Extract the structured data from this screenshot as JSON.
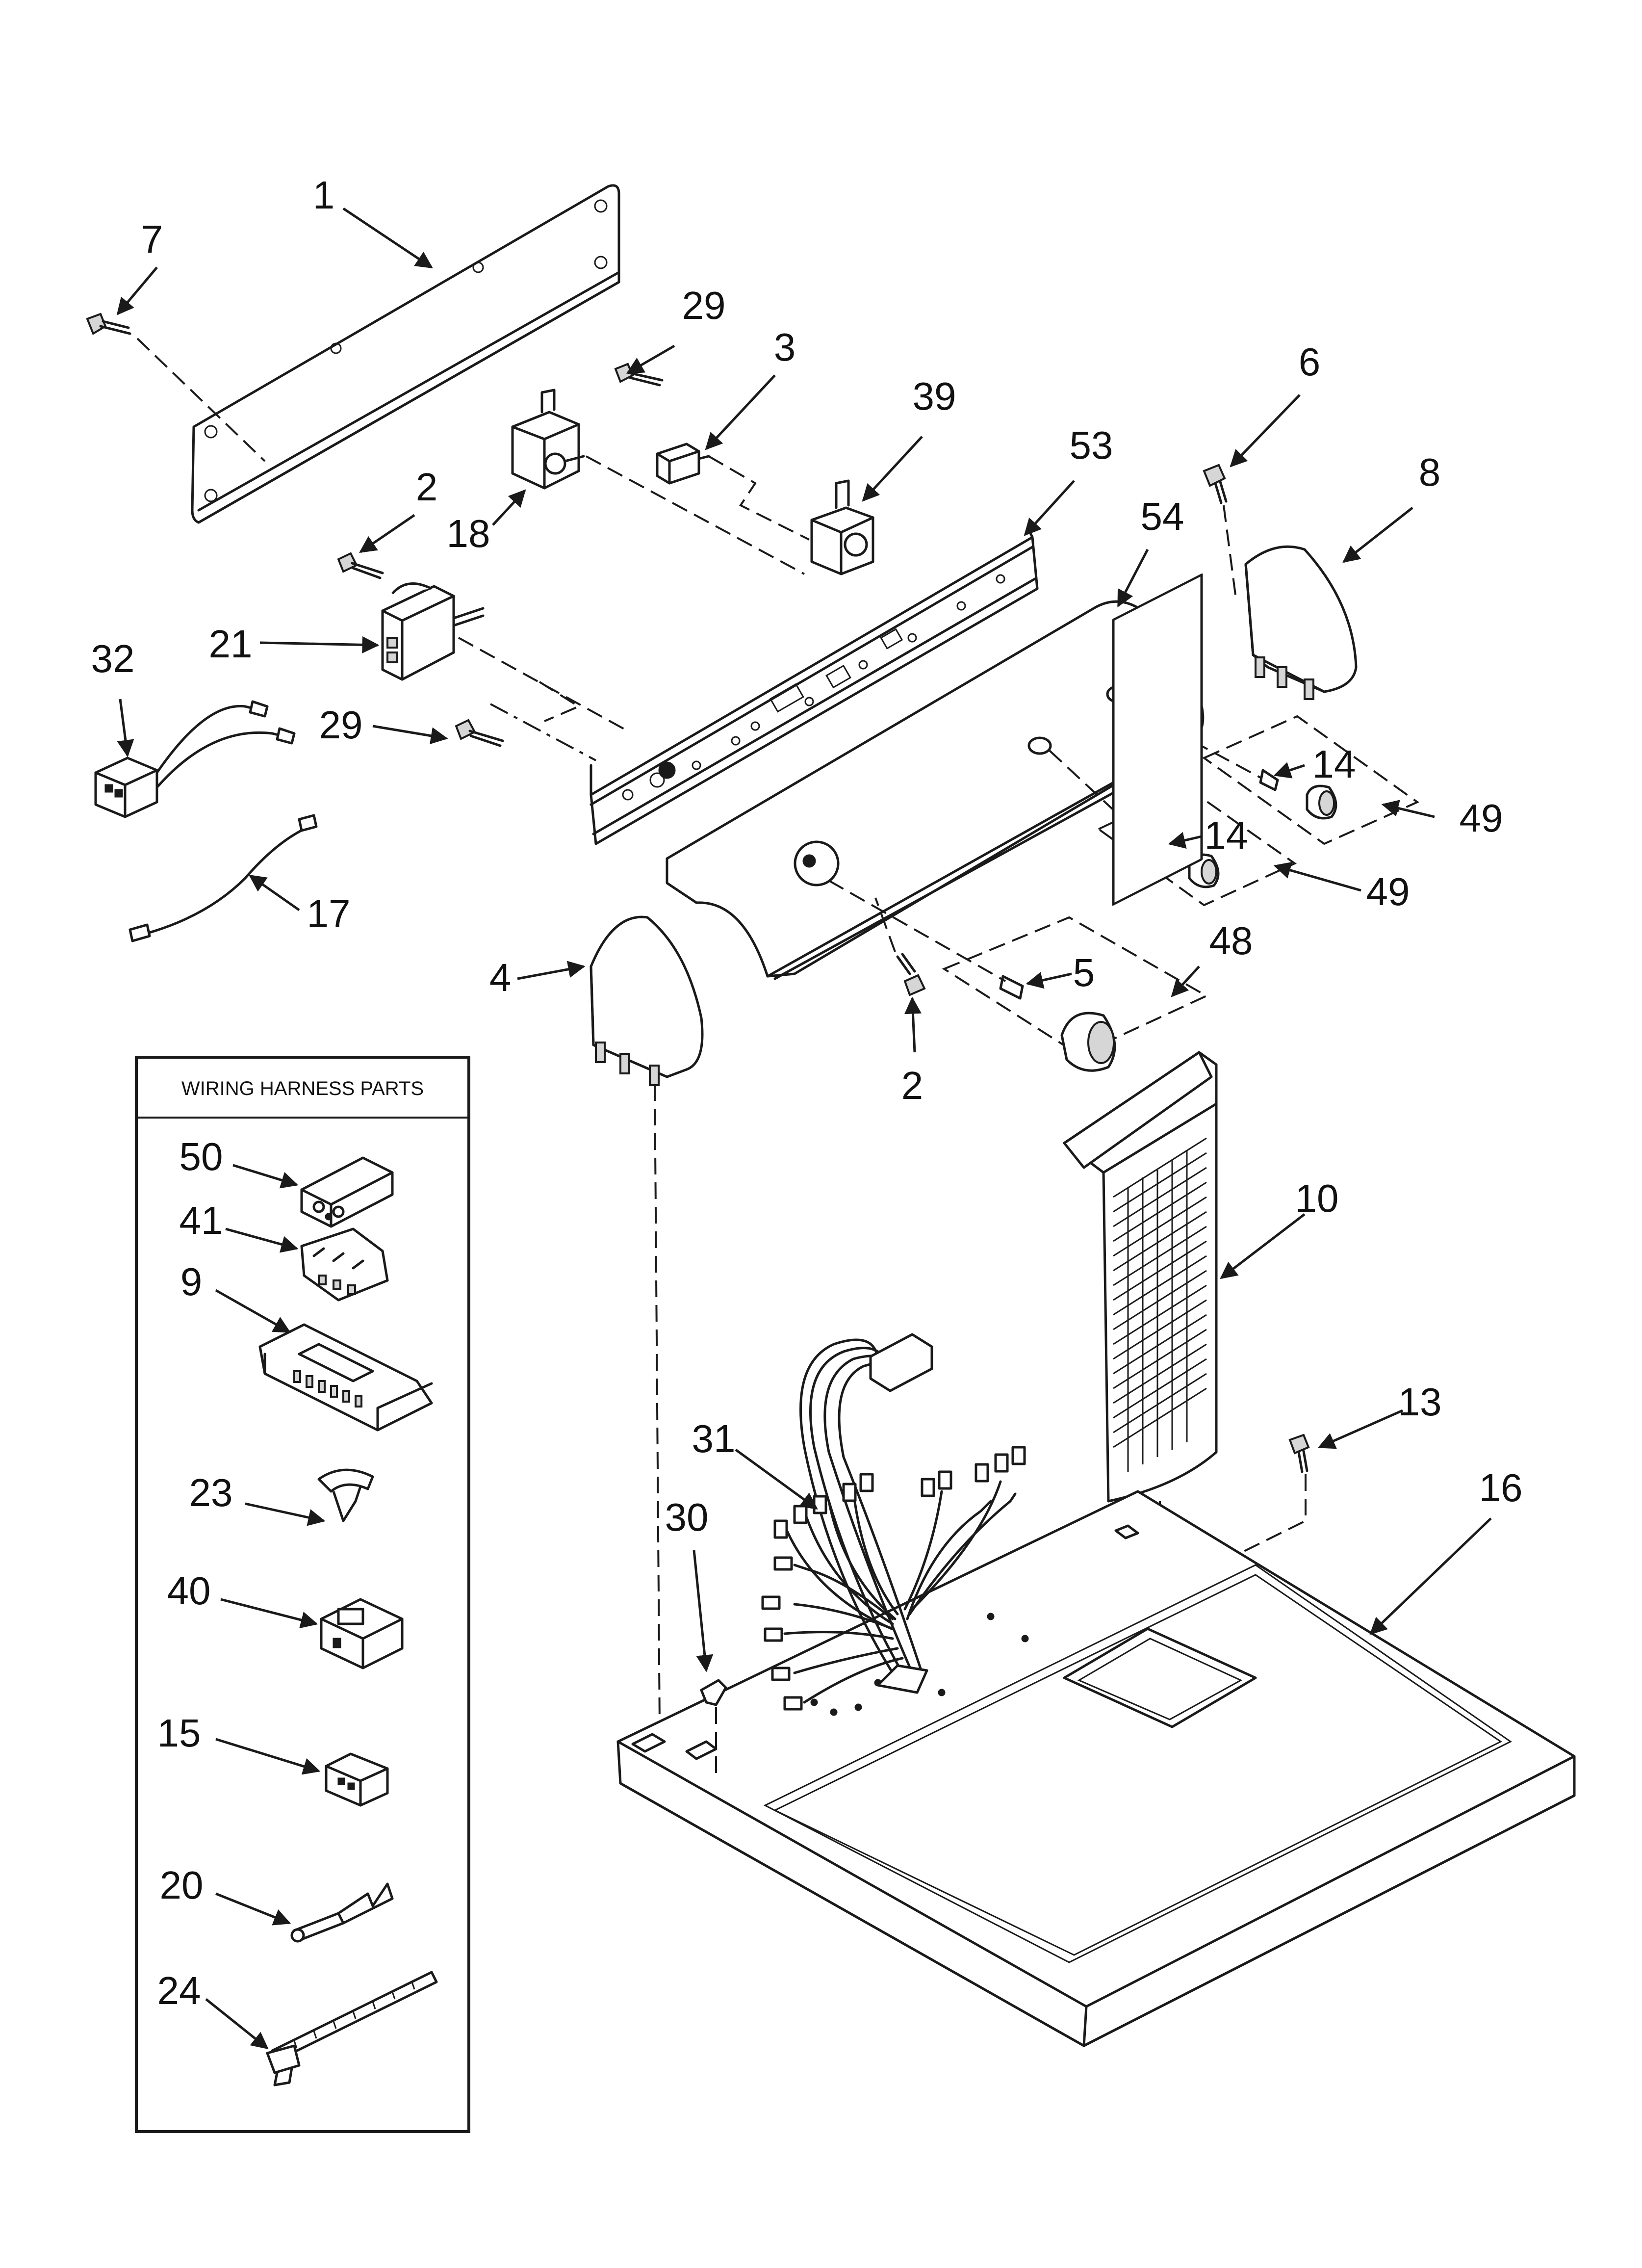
{
  "harness_box": {
    "title": "WIRING HARNESS PARTS"
  },
  "callouts": {
    "c1": "1",
    "c7": "7",
    "c29a": "29",
    "c3": "3",
    "c39": "39",
    "c53": "53",
    "c54": "54",
    "c6": "6",
    "c8": "8",
    "c2a": "2",
    "c18": "18",
    "c21": "21",
    "c32": "32",
    "c29b": "29",
    "c17": "17",
    "c14a": "14",
    "c14b": "14",
    "c49a": "49",
    "c49b": "49",
    "c48": "48",
    "c5": "5",
    "c2b": "2",
    "c4": "4",
    "c10": "10",
    "c13": "13",
    "c16": "16",
    "c31": "31",
    "c30": "30",
    "c50": "50",
    "c41": "41",
    "c9": "9",
    "c23": "23",
    "c40": "40",
    "c15": "15",
    "c20": "20",
    "c24": "24"
  }
}
